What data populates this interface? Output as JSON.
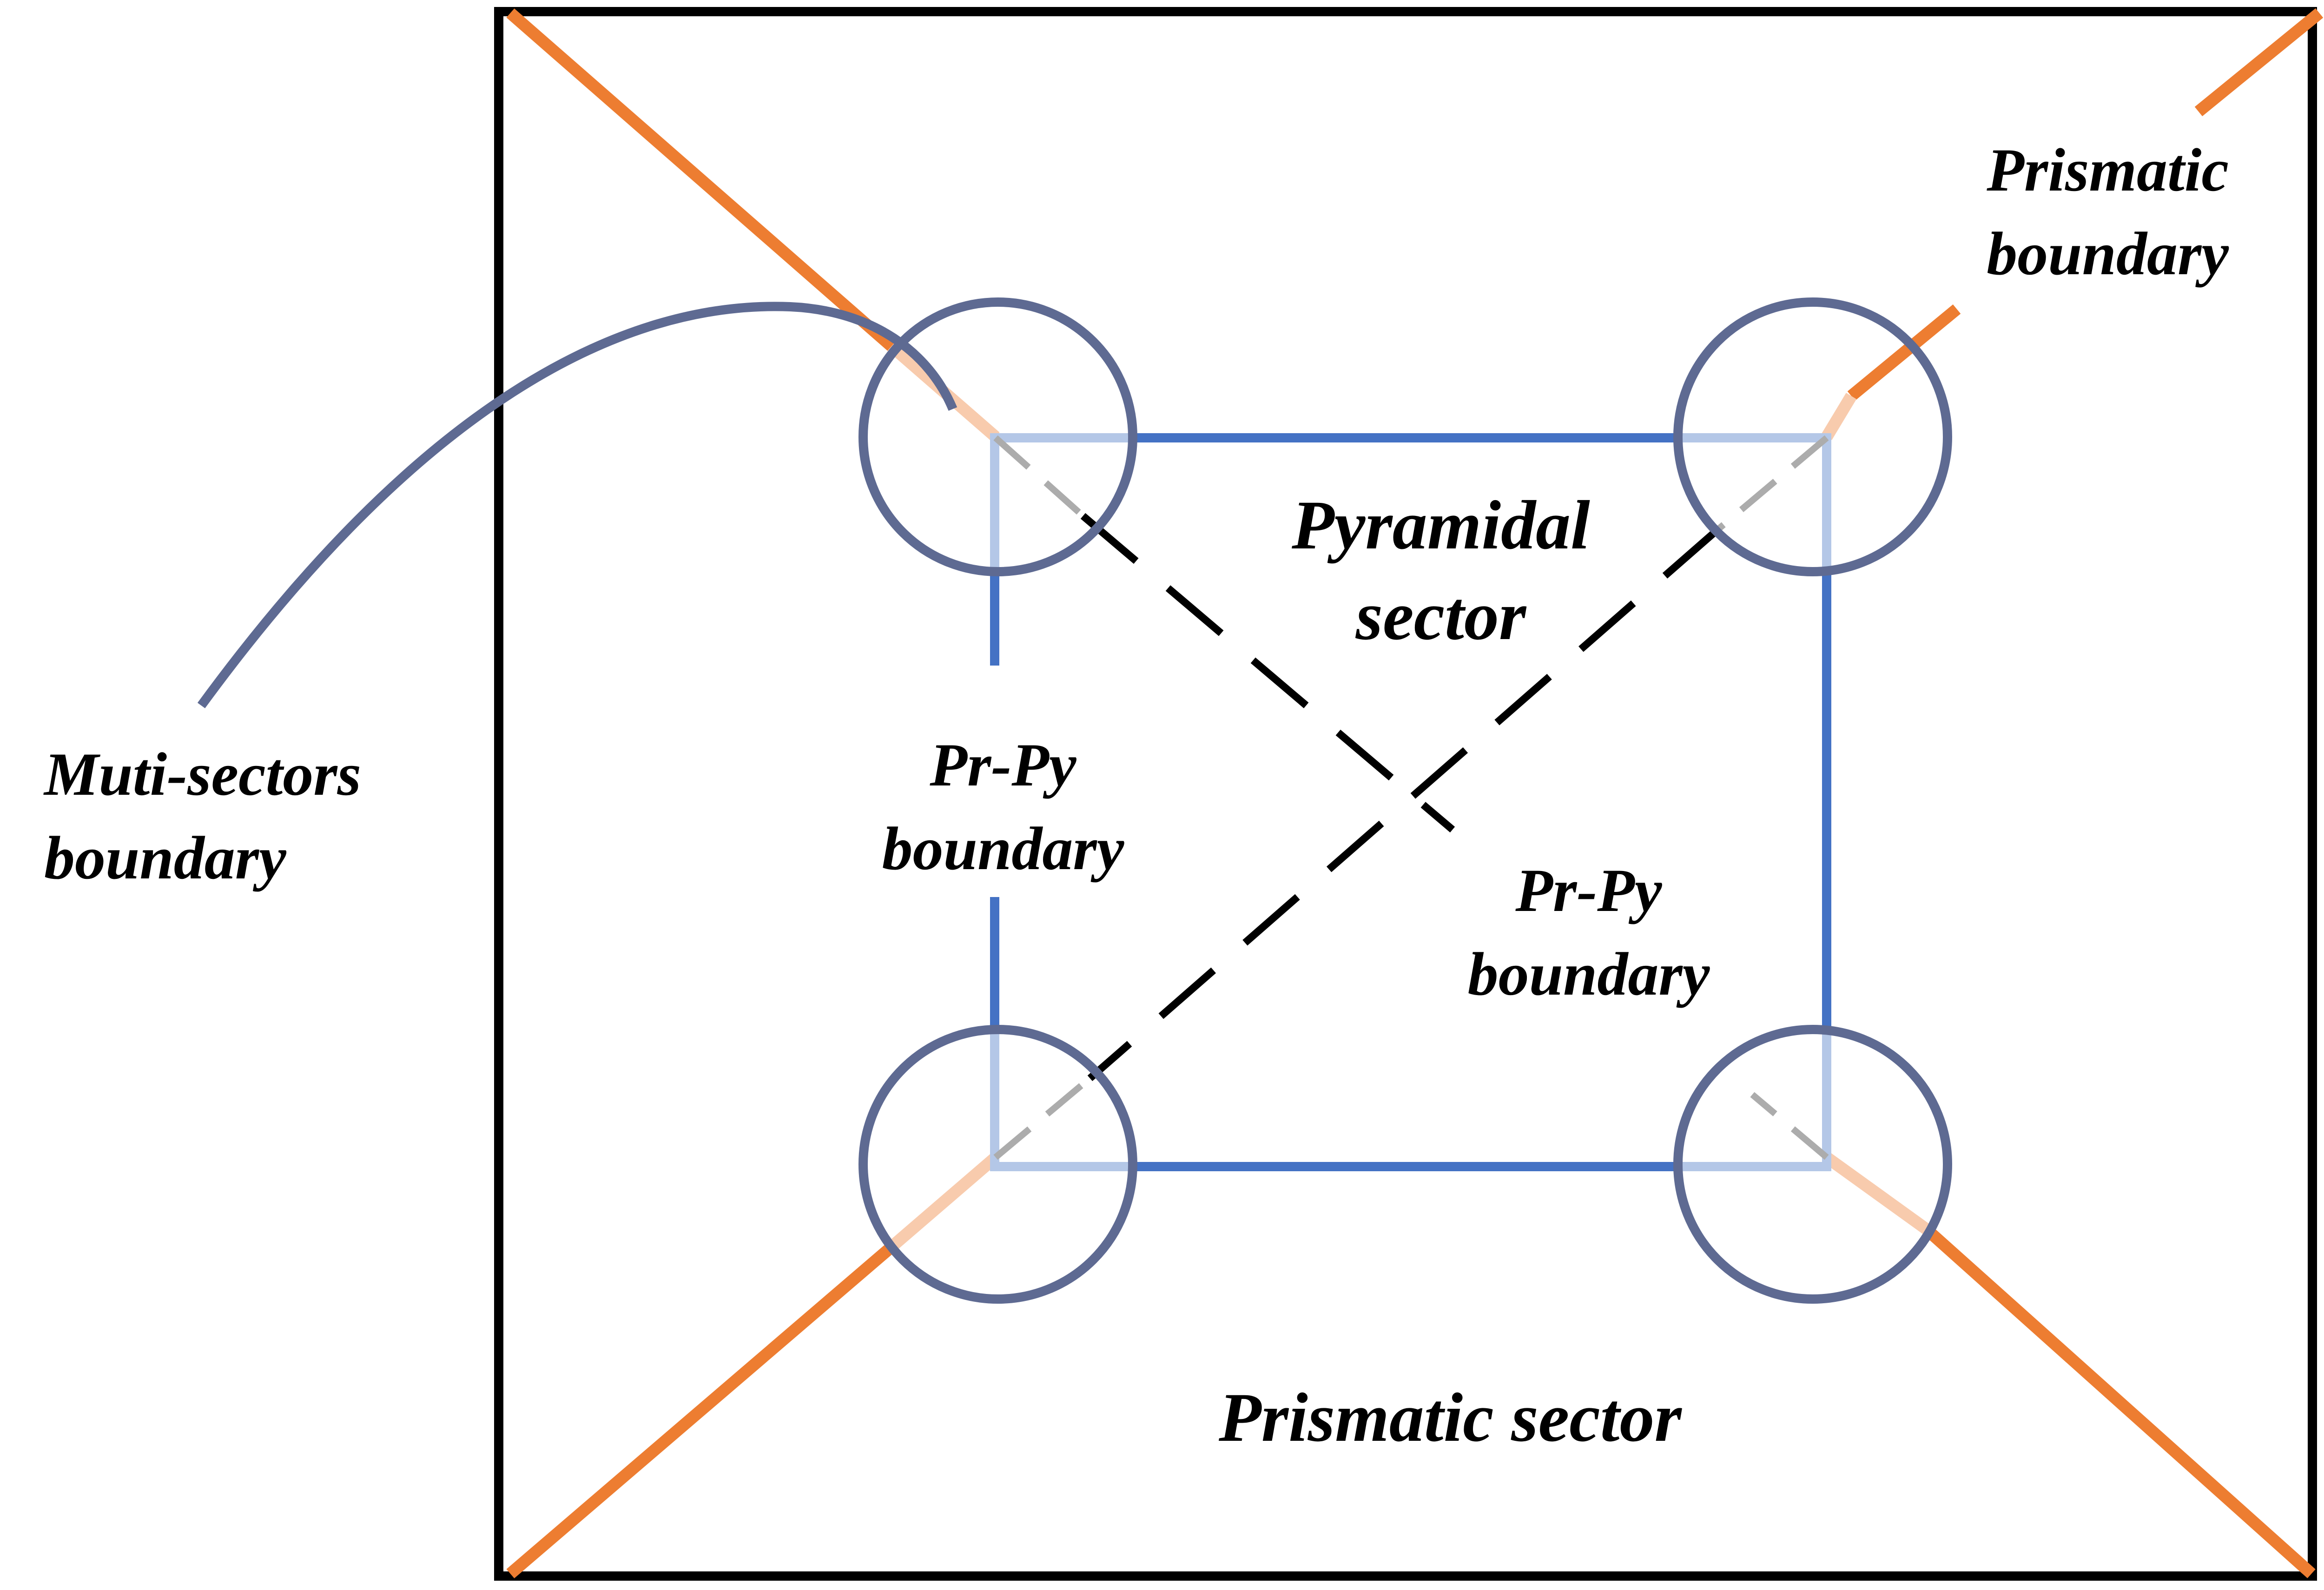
{
  "labels": {
    "prismatic_boundary_line1": "Prismatic",
    "prismatic_boundary_line2": "boundary",
    "pyramidal_sector_line1": "Pyramidal",
    "pyramidal_sector_line2": "sector",
    "multi_sectors_line1": "Muti-sectors",
    "multi_sectors_line2": "boundary",
    "pr_py_left_line1": "Pr-Py",
    "pr_py_left_line2": "boundary",
    "pr_py_right_line1": "Pr-Py",
    "pr_py_right_line2": "boundary",
    "prismatic_sector": "Prismatic sector"
  },
  "colors": {
    "outer_frame": "#000000",
    "prismatic_boundary": "#ED7D31",
    "pr_py_boundary": "#4472C4",
    "multi_sector_circle": "#5E6A92",
    "pyramidal_diagonal": "#000000"
  }
}
